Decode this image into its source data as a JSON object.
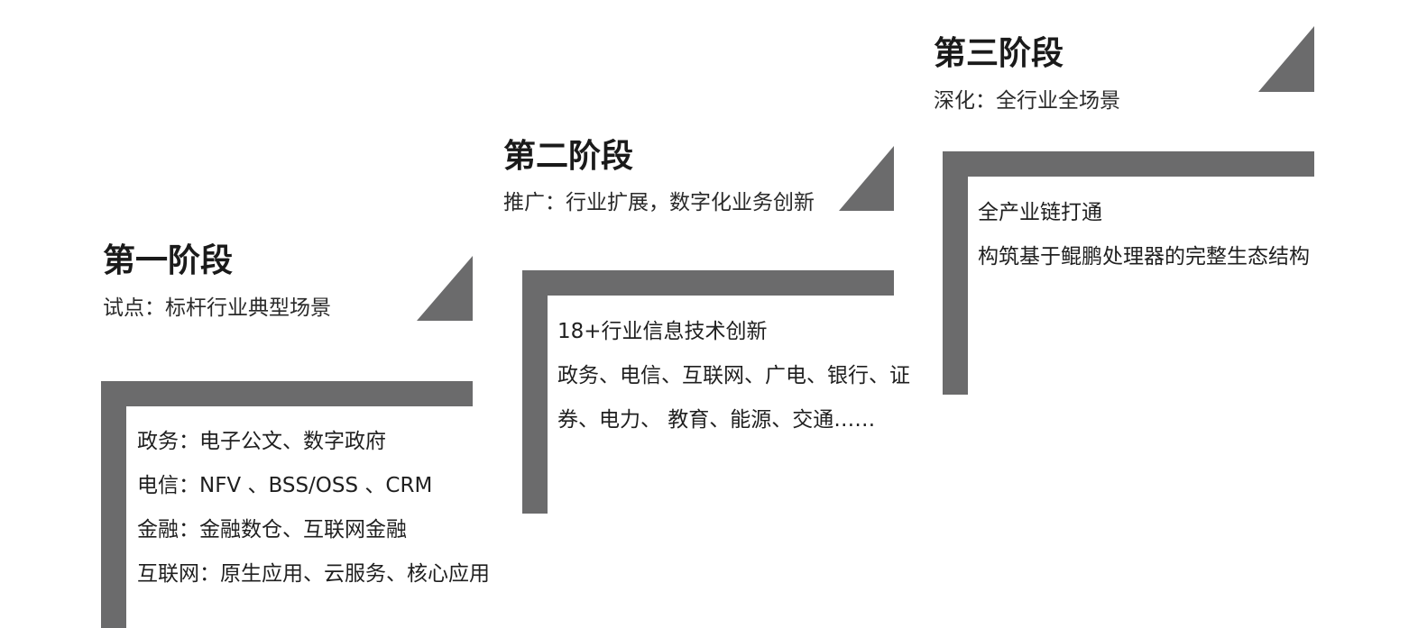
{
  "colors": {
    "step_gray": "#6b6b6c",
    "text": "#1f1f1f"
  },
  "stages": [
    {
      "title": "第一阶段",
      "subtitle": "试点：标杆行业典型场景",
      "items": [
        "政务：电子公文、数字政府",
        "电信：NFV 、BSS/OSS 、CRM",
        "金融：金融数仓、互联网金融",
        "互联网：原生应用、云服务、核心应用"
      ]
    },
    {
      "title": "第二阶段",
      "subtitle": "推广：行业扩展，数字化业务创新",
      "items": [
        "18+行业信息技术创新",
        "政务、电信、互联网、广电、银行、证",
        "券、电力、 教育、能源、交通……"
      ]
    },
    {
      "title": "第三阶段",
      "subtitle": "深化：全行业全场景",
      "items": [
        "全产业链打通",
        "构筑基于鲲鹏处理器的完整生态结构"
      ]
    }
  ]
}
